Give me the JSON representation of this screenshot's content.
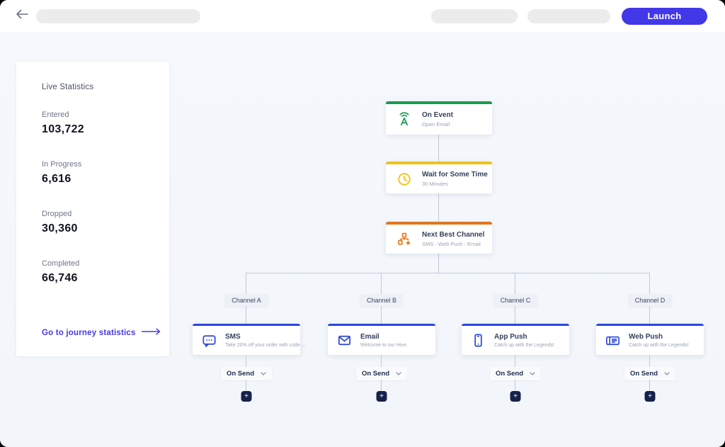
{
  "header": {
    "launch_label": "Launch"
  },
  "stats": {
    "title": "Live Statistics",
    "items": [
      {
        "label": "Entered",
        "value": "103,722"
      },
      {
        "label": "In Progress",
        "value": "6,616"
      },
      {
        "label": "Dropped",
        "value": "30,360"
      },
      {
        "label": "Completed",
        "value": "66,746"
      }
    ],
    "link_label": "Go to journey statistics"
  },
  "flow": {
    "nodes": [
      {
        "title": "On Event",
        "subtitle": "Open Email",
        "icon": "broadcast-icon",
        "accent": "#1a9b50"
      },
      {
        "title": "Wait for Some Time",
        "subtitle": "30 Minutes",
        "icon": "clock-icon",
        "accent": "#f2c118"
      },
      {
        "title": "Next Best Channel",
        "subtitle": "SMS - Web Push - Email",
        "icon": "hierarchy-icon",
        "accent": "#e1771d"
      }
    ],
    "branches": [
      {
        "label": "Channel A",
        "title": "SMS",
        "subtitle": "Take 20% off your order with code ...",
        "icon": "sms-icon"
      },
      {
        "label": "Channel B",
        "title": "Email",
        "subtitle": "Welcome to our Hive.",
        "icon": "email-icon"
      },
      {
        "label": "Channel C",
        "title": "App Push",
        "subtitle": "Catch up with the Legends!",
        "icon": "app-push-icon"
      },
      {
        "label": "Channel D",
        "title": "Web Push",
        "subtitle": "Catch up with the Legends!",
        "icon": "web-push-icon"
      }
    ],
    "on_send_label": "On Send",
    "add_label": "+"
  },
  "colors": {
    "accent": "#4338e8",
    "branch_blue": "#2b46dd",
    "event_green": "#1a9b50",
    "wait_yellow": "#f2c118",
    "nbc_orange": "#e1771d",
    "plus_navy": "#16214a",
    "canvas_bg": "#f3f6fa"
  }
}
